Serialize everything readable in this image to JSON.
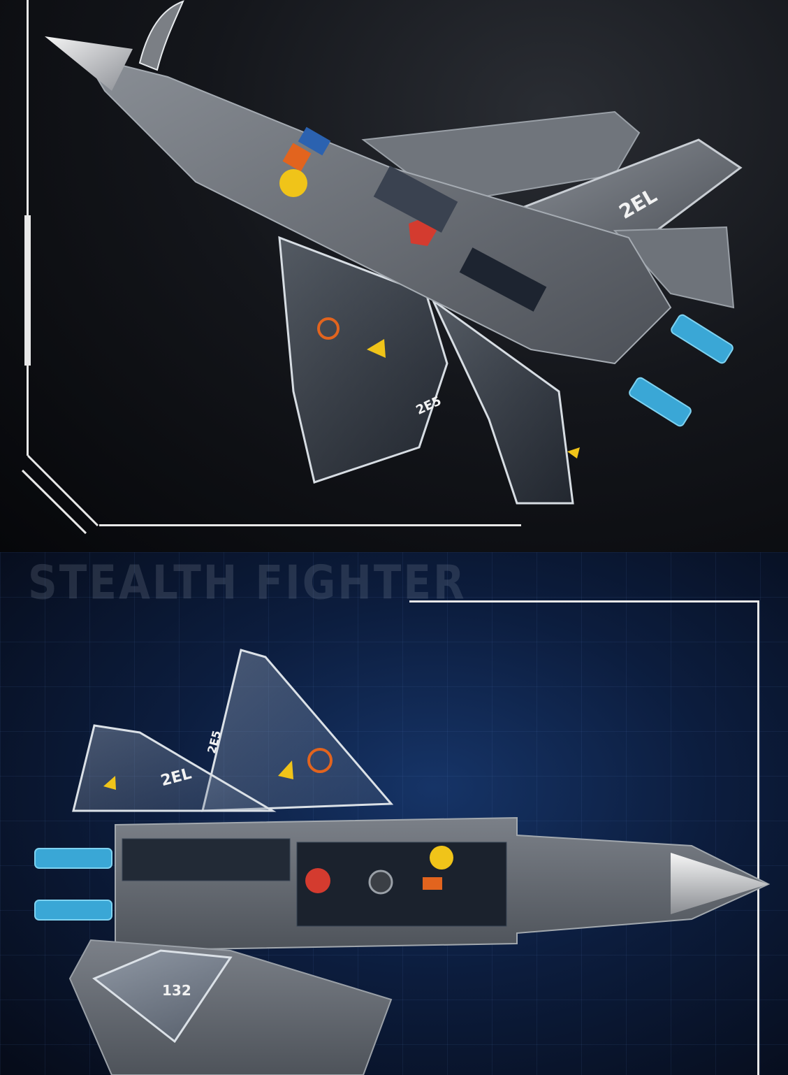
{
  "heading": "STEALTH FIGHTER",
  "markings": {
    "tail_number_top": "2EL",
    "tail_number_bottom": "2EL",
    "wing_number_top": "2E5",
    "wing_number_bottom": "2E5",
    "fuselage_number": "132"
  },
  "colors": {
    "top_background": "#0b0c10",
    "bottom_background": "#0c1d3e",
    "frame_line": "#e8e8e8",
    "engine_blue": "#3aa7d6",
    "accent_orange": "#e2641e",
    "accent_yellow": "#f0c419",
    "accent_red": "#d43b2f",
    "hull_gray": "#6b6f76"
  }
}
